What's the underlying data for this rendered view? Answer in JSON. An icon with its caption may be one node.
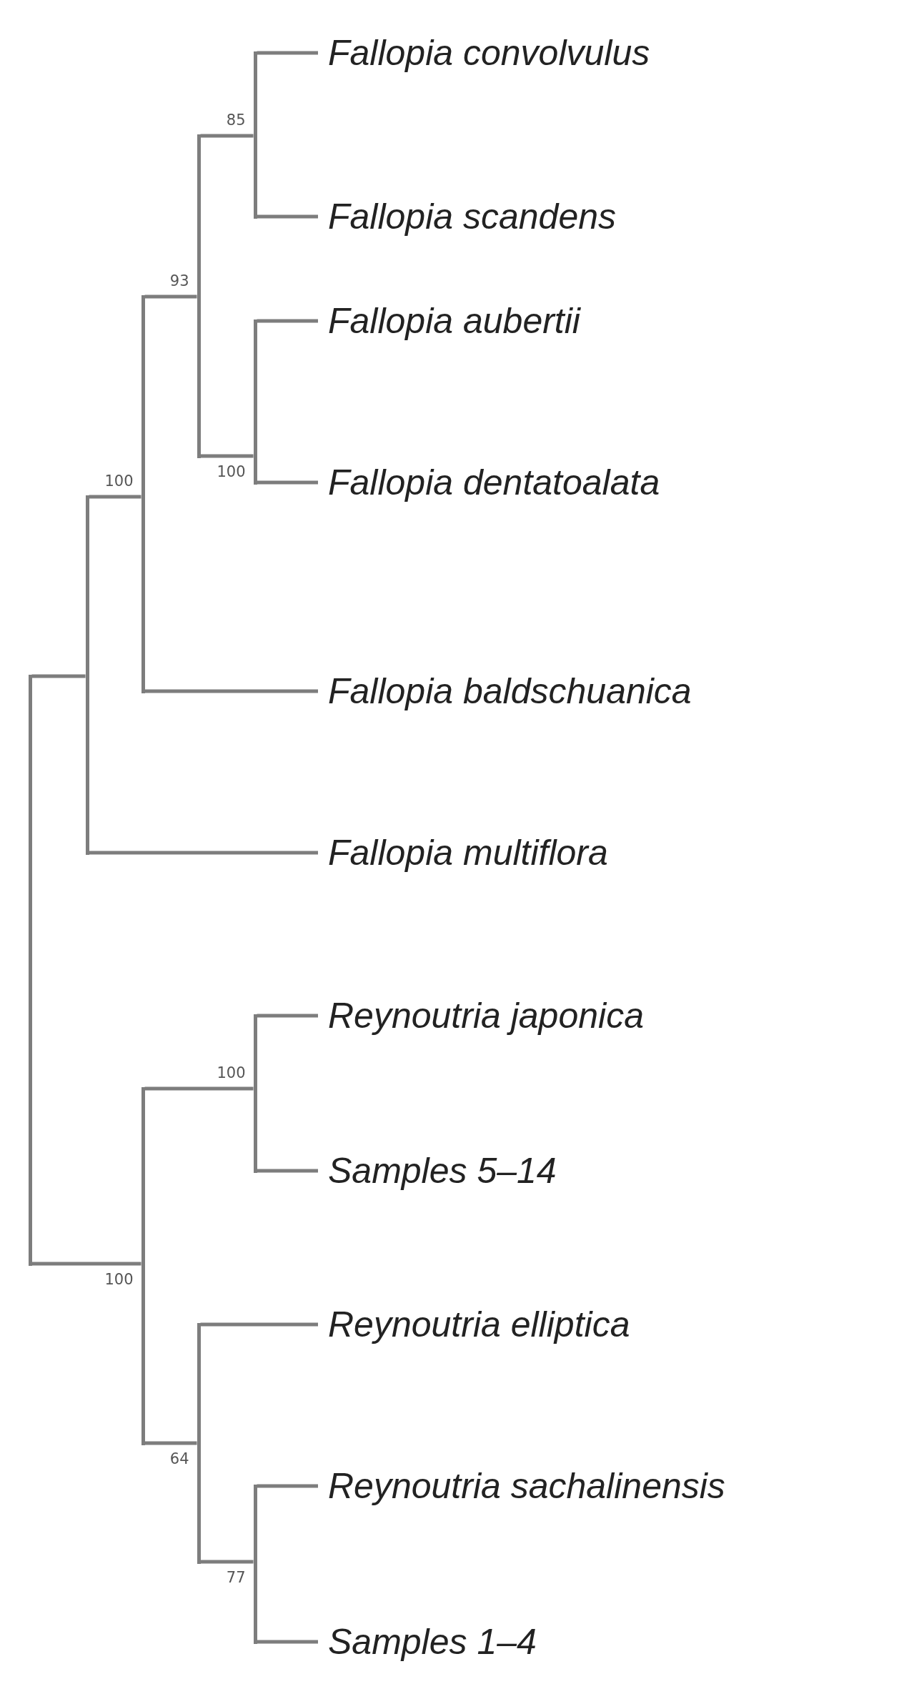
{
  "diagram": {
    "nodes": [
      {
        "text": [],
        "shape": "bar"
      },
      {
        "text": [],
        "shape": "bar"
      },
      {
        "text": [],
        "shape": "bar"
      },
      {
        "text": [],
        "shape": "bar"
      },
      {
        "text": [],
        "shape": "bar"
      },
      {
        "text": [
          "Fallopia convolvulus"
        ]
      },
      {
        "text": [
          "Fallopia scandens"
        ]
      },
      {
        "text": [],
        "shape": "bar"
      },
      {
        "text": [
          "Fallopia aubertii"
        ]
      },
      {
        "text": [
          "Fallopia dentatoalata"
        ]
      },
      {
        "text": [
          "Fallopia baldschuanica"
        ]
      },
      {
        "text": [
          "Fallopia multiflora"
        ]
      },
      {
        "text": [],
        "shape": "bar"
      },
      {
        "text": [],
        "shape": "bar"
      },
      {
        "text": [
          "Reynoutria japonica"
        ]
      },
      {
        "text": [
          "Samples 5–14"
        ]
      },
      {
        "text": [],
        "shape": "bar"
      },
      {
        "text": [
          "Reynoutria elliptica"
        ]
      },
      {
        "text": [],
        "shape": "bar"
      },
      {
        "text": [
          "Reynoutria sachalinensis"
        ]
      },
      {
        "text": [
          "Samples 1–4"
        ]
      }
    ],
    "edges": [
      {
        "from": 0,
        "to": 1,
        "arrow": "none"
      },
      {
        "from": 1,
        "to": 2,
        "arrow": "none",
        "label": "100"
      },
      {
        "from": 2,
        "to": 3,
        "arrow": "none",
        "label": "93"
      },
      {
        "from": 3,
        "to": 4,
        "arrow": "none",
        "label": "85"
      },
      {
        "from": 4,
        "to": 5,
        "arrow": "none"
      },
      {
        "from": 4,
        "to": 6,
        "arrow": "none"
      },
      {
        "from": 3,
        "to": 7,
        "arrow": "none",
        "label": "100"
      },
      {
        "from": 7,
        "to": 8,
        "arrow": "none"
      },
      {
        "from": 7,
        "to": 9,
        "arrow": "none"
      },
      {
        "from": 2,
        "to": 10,
        "arrow": "none"
      },
      {
        "from": 1,
        "to": 11,
        "arrow": "none"
      },
      {
        "from": 0,
        "to": 12,
        "arrow": "none",
        "label": "100"
      },
      {
        "from": 12,
        "to": 13,
        "arrow": "none",
        "label": "100"
      },
      {
        "from": 13,
        "to": 14,
        "arrow": "none"
      },
      {
        "from": 13,
        "to": 15,
        "arrow": "none"
      },
      {
        "from": 12,
        "to": 16,
        "arrow": "none",
        "label": "64"
      },
      {
        "from": 16,
        "to": 17,
        "arrow": "none"
      },
      {
        "from": 16,
        "to": 18,
        "arrow": "none",
        "label": "77"
      },
      {
        "from": 18,
        "to": 19,
        "arrow": "none"
      },
      {
        "from": 18,
        "to": 20,
        "arrow": "none"
      }
    ]
  }
}
